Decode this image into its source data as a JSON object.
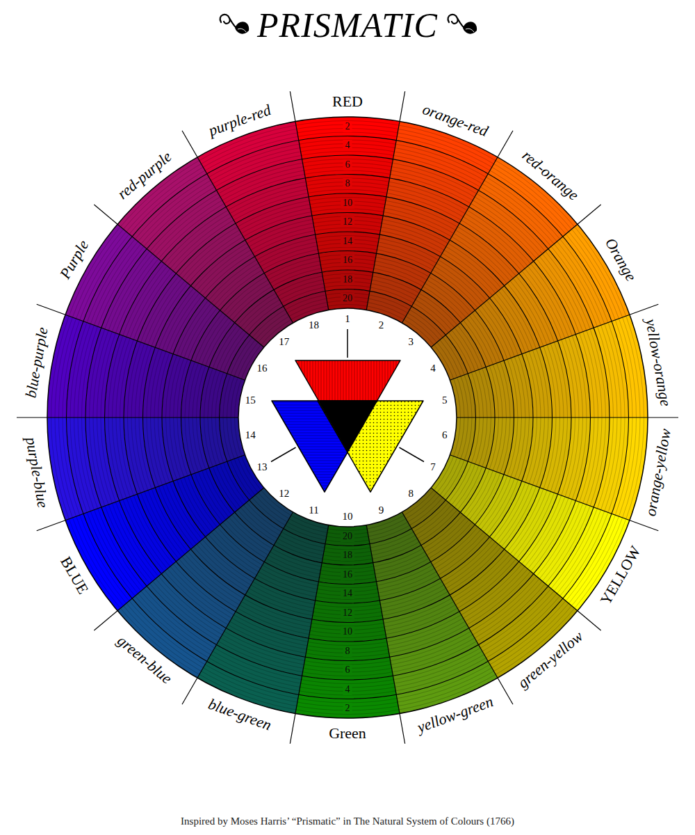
{
  "diagram": {
    "title": "PRISMATIC",
    "caption": "Inspired by Moses Harris’ “Prismatic” in The Natural System of Colours (1766)",
    "labels": [
      "RED",
      "orange-red",
      "red-orange",
      "Orange",
      "yellow-orange",
      "orange-yellow",
      "YELLOW",
      "green-yellow",
      "yellow-green",
      "Green",
      "blue-green",
      "green-blue",
      "BLUE",
      "purple-blue",
      "blue-purple",
      "Purple",
      "red-purple",
      "purple-red",
      "2",
      "4",
      "6",
      "8",
      "10",
      "12",
      "14",
      "16",
      "18",
      "20",
      "20",
      "18",
      "16",
      "14",
      "12",
      "10",
      "8",
      "6",
      "4",
      "2",
      "1",
      "2",
      "3",
      "4",
      "5",
      "6",
      "7",
      "8",
      "9",
      "10",
      "11",
      "12",
      "13",
      "14",
      "15",
      "16",
      "17",
      "18"
    ]
  }
}
